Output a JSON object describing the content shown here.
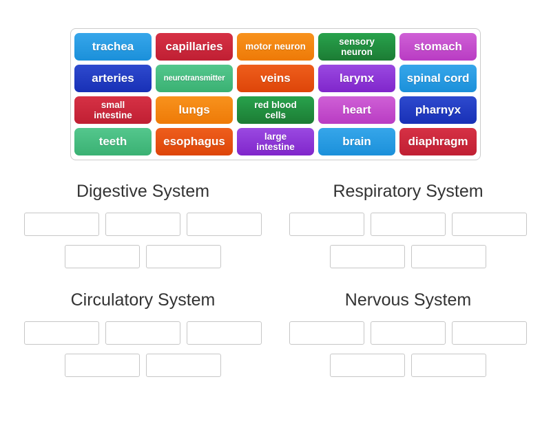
{
  "board": {
    "tiles": [
      {
        "label": "trachea",
        "color": "blue"
      },
      {
        "label": "capillaries",
        "color": "crimson"
      },
      {
        "label": "motor neuron",
        "color": "orange"
      },
      {
        "label": "sensory neuron",
        "color": "dark_green"
      },
      {
        "label": "stomach",
        "color": "orchid"
      },
      {
        "label": "arteries",
        "color": "royal_blue"
      },
      {
        "label": "neurotransmitter",
        "color": "sea_green"
      },
      {
        "label": "veins",
        "color": "vermilion"
      },
      {
        "label": "larynx",
        "color": "purple"
      },
      {
        "label": "spinal cord",
        "color": "blue"
      },
      {
        "label": "small intestine",
        "color": "crimson"
      },
      {
        "label": "lungs",
        "color": "orange"
      },
      {
        "label": "red blood cells",
        "color": "dark_green"
      },
      {
        "label": "heart",
        "color": "orchid"
      },
      {
        "label": "pharnyx",
        "color": "royal_blue"
      },
      {
        "label": "teeth",
        "color": "sea_green"
      },
      {
        "label": "esophagus",
        "color": "vermilion"
      },
      {
        "label": "large intestine",
        "color": "purple"
      },
      {
        "label": "brain",
        "color": "blue"
      },
      {
        "label": "diaphragm",
        "color": "crimson"
      }
    ]
  },
  "palette": {
    "blue": {
      "top": "#36a6ea",
      "bottom": "#1b90da"
    },
    "crimson": {
      "top": "#d63145",
      "bottom": "#c01f33"
    },
    "orange": {
      "top": "#f8921d",
      "bottom": "#ee7a07"
    },
    "dark_green": {
      "top": "#28a24c",
      "bottom": "#1c7c34"
    },
    "orchid": {
      "top": "#cf60d6",
      "bottom": "#b93cc3"
    },
    "royal_blue": {
      "top": "#2e4ace",
      "bottom": "#1830b6"
    },
    "sea_green": {
      "top": "#54c78d",
      "bottom": "#3ab173"
    },
    "vermilion": {
      "top": "#ee5e1c",
      "bottom": "#de4509"
    },
    "purple": {
      "top": "#9a49e1",
      "bottom": "#8026cb"
    }
  },
  "groups": [
    {
      "title": "Digestive System",
      "slot_count": 5
    },
    {
      "title": "Respiratory System",
      "slot_count": 5
    },
    {
      "title": "Circulatory System",
      "slot_count": 5
    },
    {
      "title": "Nervous System",
      "slot_count": 5
    }
  ]
}
